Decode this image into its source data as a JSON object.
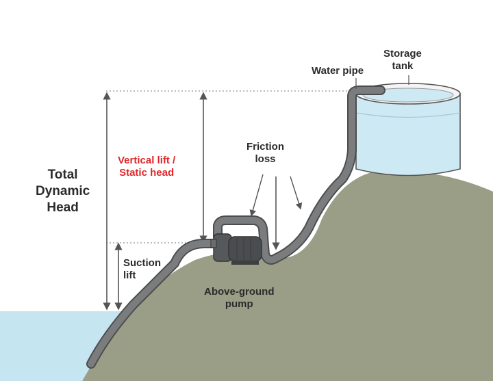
{
  "labels": {
    "total_dynamic_head": [
      "Total",
      "Dynamic",
      "Head"
    ],
    "vertical_lift": [
      "Vertical lift /",
      "Static head"
    ],
    "suction_lift": [
      "Suction",
      "lift"
    ],
    "friction_loss": [
      "Friction",
      "loss"
    ],
    "water_pipe": "Water pipe",
    "storage_tank": [
      "Storage",
      "tank"
    ],
    "pump": [
      "Above-ground",
      "pump"
    ]
  },
  "colors": {
    "water": "#c5e6f1",
    "hill": "#9b9e86",
    "pipe": "#6f7172",
    "pipe_outline": "#4b4d4e",
    "tank_rim": "#bcbcbc",
    "pump_body": "#4a4d4f",
    "arrow": "#555555",
    "label_text": "#2b2b2b",
    "highlight_text": "#e0272b"
  }
}
